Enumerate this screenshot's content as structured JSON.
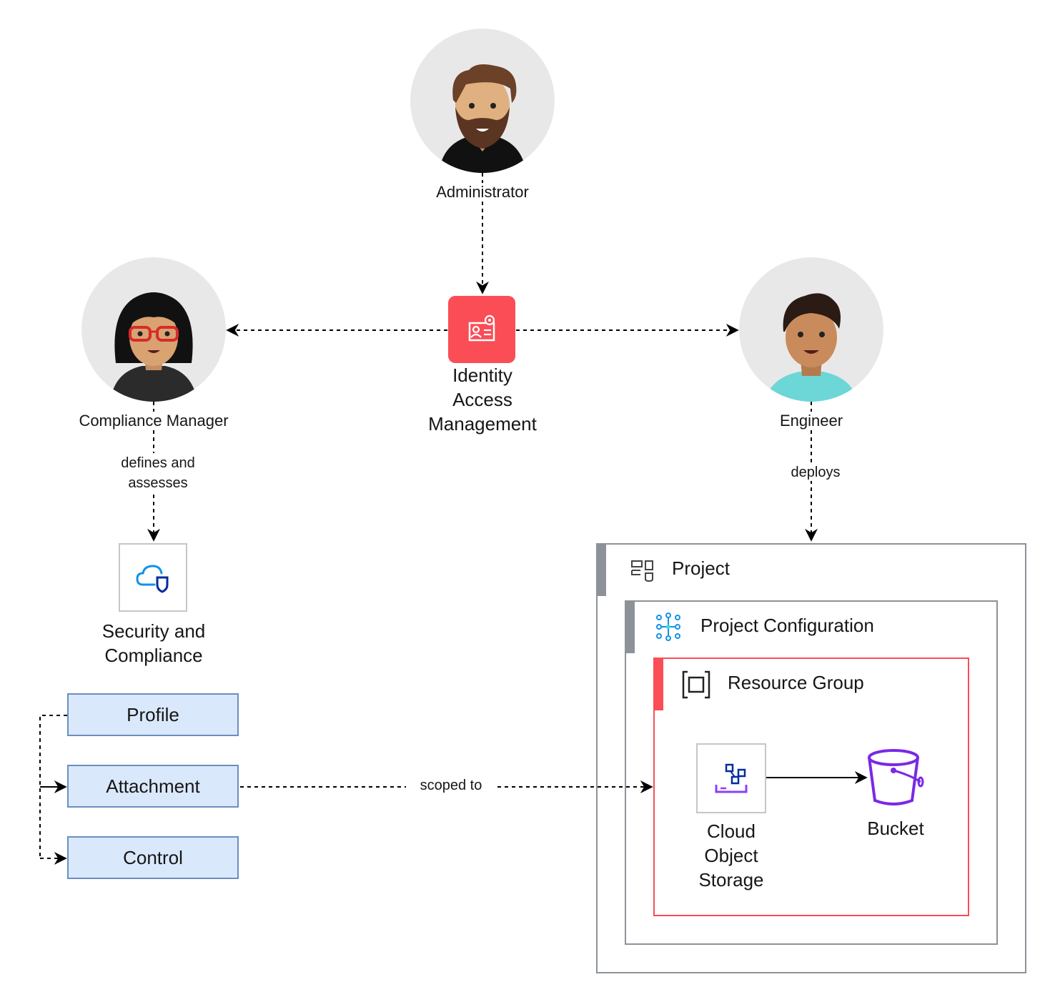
{
  "actors": {
    "administrator": "Administrator",
    "compliance_manager": "Compliance Manager",
    "engineer": "Engineer"
  },
  "services": {
    "iam": [
      "Identity",
      "Access",
      "Management"
    ],
    "security_compliance": [
      "Security and",
      "Compliance"
    ],
    "cos": [
      "Cloud",
      "Object",
      "Storage"
    ],
    "bucket": "Bucket"
  },
  "edges": {
    "defines": [
      "defines and",
      "assesses"
    ],
    "deploys": "deploys",
    "scoped_to": "scoped to"
  },
  "controls": {
    "profile": "Profile",
    "attachment": "Attachment",
    "control": "Control"
  },
  "containers": {
    "project": "Project",
    "project_config": "Project Configuration",
    "resource_group": "Resource Group"
  },
  "colors": {
    "iam": "#fa4d56",
    "resource_group": "#fa4d56",
    "control_fill": "#dae8fc",
    "control_border": "#6c8ebf",
    "avatar_bg": "#e8e8e8",
    "bucket": "#7b28e6",
    "container_accent": "#8d9299"
  }
}
